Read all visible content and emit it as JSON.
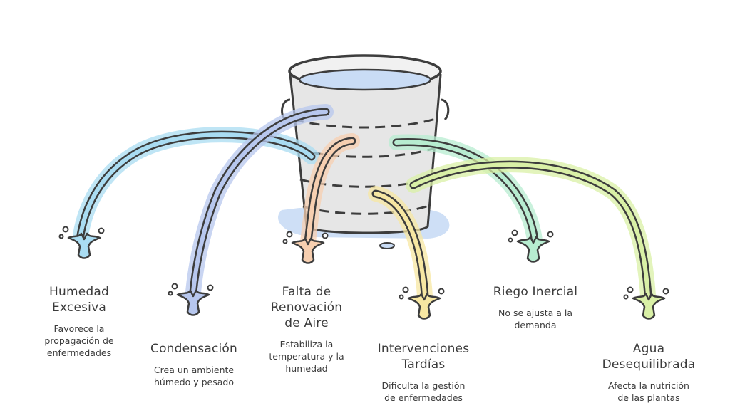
{
  "diagram": {
    "items": [
      {
        "title_line1": "Humedad",
        "title_line2": "Excesiva",
        "desc_line1": "Favorece la",
        "desc_line2": "propagación de",
        "desc_line3": "enfermedades",
        "color": "#a9dcf2"
      },
      {
        "title_line1": "Condensación",
        "title_line2": "",
        "desc_line1": "Crea un ambiente",
        "desc_line2": "húmedo y pesado",
        "desc_line3": "",
        "color": "#b7c7ee"
      },
      {
        "title_line1": "Falta de",
        "title_line2": "Renovación",
        "title_line3": "de Aire",
        "desc_line1": "Estabiliza la",
        "desc_line2": "temperatura y la",
        "desc_line3": "humedad",
        "color": "#f7cfb0"
      },
      {
        "title_line1": "Intervenciones",
        "title_line2": "Tardías",
        "desc_line1": "Dificulta la gestión",
        "desc_line2": "de enfermedades",
        "desc_line3": "",
        "color": "#f7e7a2"
      },
      {
        "title_line1": "Riego Inercial",
        "title_line2": "",
        "desc_line1": "No se ajusta a la",
        "desc_line2": "demanda",
        "desc_line3": "",
        "color": "#b7ecd0"
      },
      {
        "title_line1": "Agua",
        "title_line2": "Desequilibrada",
        "desc_line1": "Afecta la nutrición",
        "desc_line2": "de las plantas",
        "desc_line3": "",
        "color": "#d9f0a6"
      }
    ]
  },
  "colors": {
    "bucket_fill": "#e6e6e6",
    "water": "#c9dcf5",
    "stroke": "#3d3d3d"
  }
}
